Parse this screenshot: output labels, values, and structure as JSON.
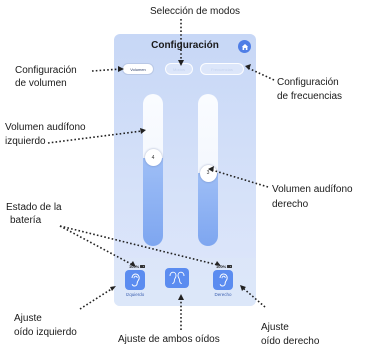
{
  "screen": {
    "title": "Configuración",
    "home_icon": "home-icon",
    "modes": {
      "volume": "Volumen",
      "modes": "Modos",
      "frequencies": "Frecuencias"
    },
    "left_slider": {
      "value": "4",
      "fill_fraction": 0.58
    },
    "right_slider": {
      "value": "3",
      "fill_fraction": 0.48
    },
    "battery_left": "100%",
    "battery_right": "100%",
    "buttons": {
      "left_label": "Izquierdo",
      "both_label": "",
      "right_label": "Derecho"
    }
  },
  "annotations": {
    "mode_selection": "Selección de modos",
    "volume_config_1": "Configuración",
    "volume_config_2": "de volumen",
    "freq_config_1": "Configuración",
    "freq_config_2": "de frecuencias",
    "left_volume_1": "Volumen audífono",
    "left_volume_2": "izquierdo",
    "right_volume_1": "Volumen audífono",
    "right_volume_2": "derecho",
    "battery_1": "Estado de la",
    "battery_2": "batería",
    "left_ear_1": "Ajuste",
    "left_ear_2": "oído izquierdo",
    "both_ears": "Ajuste de ambos oídos",
    "right_ear_1": "Ajuste",
    "right_ear_2": "oído derecho"
  },
  "colors": {
    "accent": "#5b8cf0",
    "slider_fill": "#7ea6f0",
    "screen_bg": "#c7d7f6"
  }
}
